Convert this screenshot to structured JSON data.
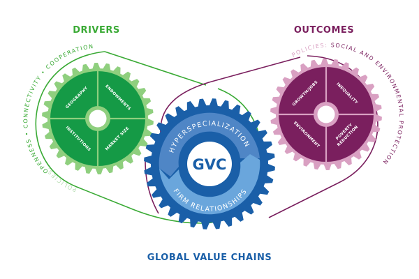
{
  "headings": {
    "drivers": "DRIVERS",
    "outcomes": "OUTCOMES",
    "bottom": "GLOBAL VALUE CHAINS"
  },
  "colors": {
    "green_dark": "#159a46",
    "green_light": "#8fcf7e",
    "green_line": "#3aaa35",
    "green_faint": "#b5ddb0",
    "purple_dark": "#7a1f5e",
    "purple_light": "#d9a0c2",
    "purple_line": "#7a1f5e",
    "purple_faint": "#d9a0c2",
    "blue_dark": "#1a5fa8",
    "blue_mid": "#4f86c6",
    "blue_light": "#6aa6dc",
    "heading_blue": "#1a5fa8",
    "heading_green": "#3aaa35",
    "heading_purple": "#7a1f5e"
  },
  "drivers_gear": {
    "segments": [
      "GEOGRAPHY",
      "ENDOWMENTS",
      "INSTITUTIONS",
      "MARKET SIZE"
    ],
    "ring_prefix": "POLICIES:",
    "ring_text": "OPENNESS  •  CONNECTIVITY  •  COOPERATION"
  },
  "outcomes_gear": {
    "segments": [
      "GROWTH/JOBS",
      "INEQUALITY",
      "ENVIRONMENT",
      "POVERTY",
      "REDUCTION"
    ],
    "ring_prefix": "POLICIES:",
    "ring_text": "SOCIAL AND ENVIRONMENTAL PROTECTION"
  },
  "gvc_gear": {
    "center": "GVC",
    "upper_arc": "HYPERSPECIALIZATION",
    "lower_arc": "FIRM RELATIONSHIPS"
  }
}
